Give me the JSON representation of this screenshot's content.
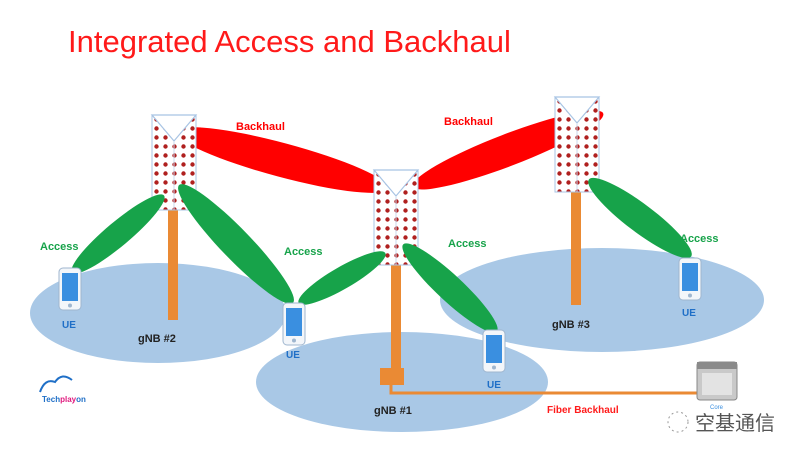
{
  "title": "Integrated Access and Backhaul",
  "labels": {
    "backhaul_left": "Backhaul",
    "backhaul_right": "Backhaul",
    "access_1": "Access",
    "access_2": "Access",
    "access_3": "Access",
    "access_4": "Access",
    "gnb1": "gNB #1",
    "gnb2": "gNB #2",
    "gnb3": "gNB #3",
    "ue_1": "UE",
    "ue_2": "UE",
    "ue_3": "UE",
    "ue_4": "UE",
    "fiber": "Fiber Backhaul",
    "core": "Core"
  },
  "logo": {
    "text_a": "Tech",
    "text_b": "play",
    "text_c": "on"
  },
  "watermark": "空基通信",
  "colors": {
    "title": "#ff1a1a",
    "backhaul": "#ff0000",
    "access": "#17a34a",
    "cell": "#a9c8e6",
    "pole": "#ea8a34",
    "ue_blue": "#1f6fc7",
    "phone": "#3a8fe0"
  }
}
